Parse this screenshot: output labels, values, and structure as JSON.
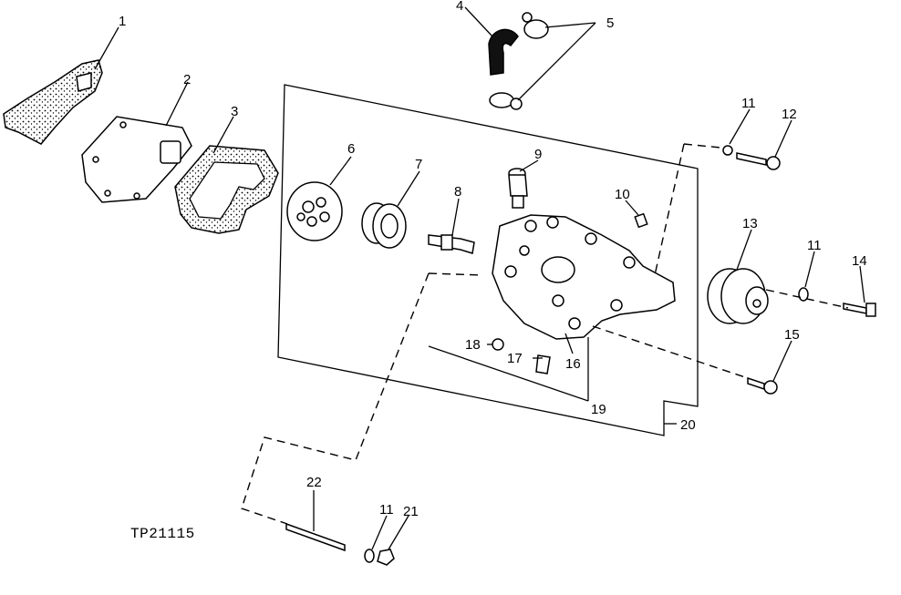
{
  "figure": {
    "code": "TP21115",
    "callouts": [
      "1",
      "2",
      "3",
      "4",
      "5",
      "6",
      "7",
      "8",
      "9",
      "10",
      "11",
      "12",
      "13",
      "11",
      "14",
      "15",
      "16",
      "17",
      "18",
      "19",
      "20",
      "22",
      "11",
      "21"
    ]
  }
}
